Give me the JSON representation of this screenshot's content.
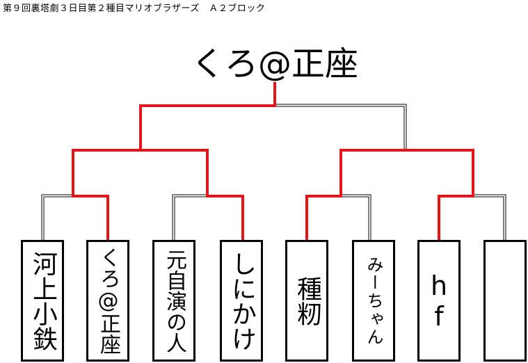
{
  "header": {
    "title": "第９回裏塔劇３日目第２種目マリオブラザーズ　Ａ２ブロック"
  },
  "winner": {
    "name": "くろ@正座"
  },
  "colors": {
    "win_line": "#e3151b",
    "line": "#000000",
    "box_border": "#000000"
  },
  "players": [
    {
      "name": "河上小鉄"
    },
    {
      "name": "くろ@正座"
    },
    {
      "name": "元自演の人"
    },
    {
      "name": "しにかけ"
    },
    {
      "name": "種籾"
    },
    {
      "name": "みーちゃん"
    },
    {
      "name": "hf"
    },
    {
      "name": ""
    }
  ]
}
